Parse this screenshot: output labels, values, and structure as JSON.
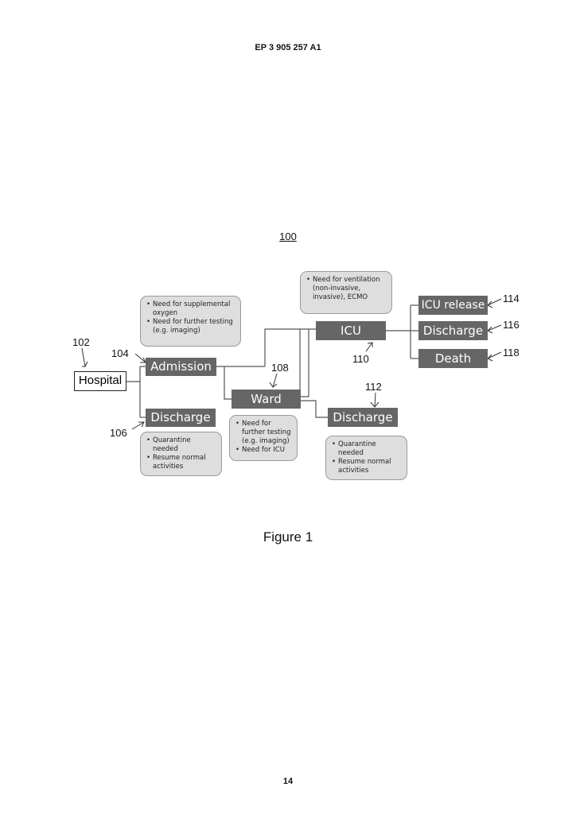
{
  "header": "EP 3 905 257 A1",
  "figure_number": "100",
  "caption": "Figure 1",
  "page_number": "14",
  "nodes": {
    "hospital": "Hospital",
    "admission": "Admission",
    "discharge_early": "Discharge",
    "ward": "Ward",
    "icu": "ICU",
    "discharge_ward": "Discharge",
    "icu_release": "ICU release",
    "discharge_icu": "Discharge",
    "death": "Death"
  },
  "refs": {
    "hospital": "102",
    "admission": "104",
    "discharge_early": "106",
    "ward": "108",
    "icu": "110",
    "discharge_ward": "112",
    "icu_release": "114",
    "discharge_icu": "116",
    "death": "118"
  },
  "notes": {
    "admission": [
      "Need for supplemental oxygen",
      "Need for further testing (e.g. imaging)"
    ],
    "discharge_early": [
      "Quarantine needed",
      "Resume normal activities"
    ],
    "ward": [
      "Need for further testing (e.g. imaging)",
      "Need for ICU"
    ],
    "icu": [
      "Need for ventilation (non-invasive, invasive), ECMO"
    ],
    "discharge_ward": [
      "Quarantine needed",
      "Resume normal activities"
    ]
  }
}
